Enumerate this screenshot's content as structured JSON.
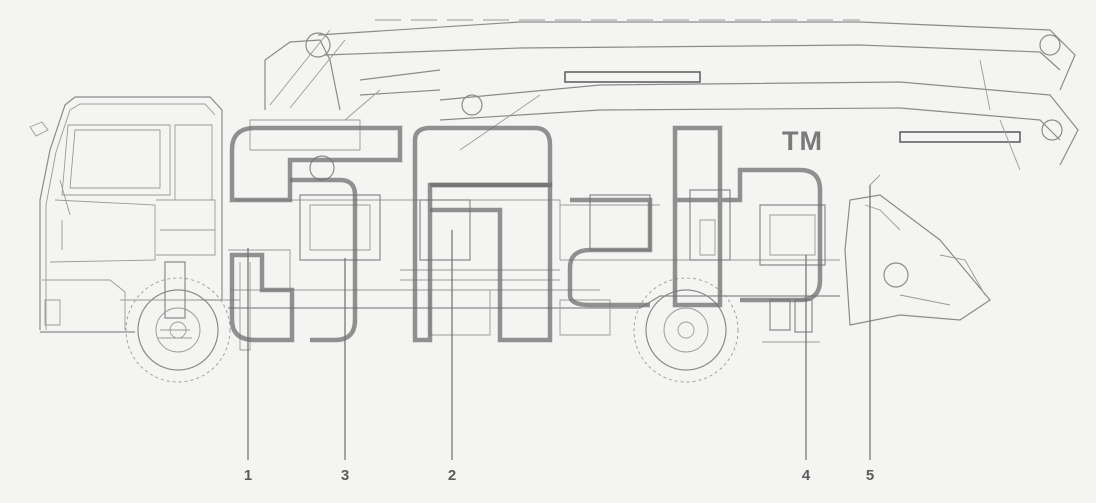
{
  "trademark": "TM",
  "callouts": [
    {
      "id": "1",
      "label": "1"
    },
    {
      "id": "2",
      "label": "2"
    },
    {
      "id": "3",
      "label": "3"
    },
    {
      "id": "4",
      "label": "4"
    },
    {
      "id": "5",
      "label": "5"
    }
  ],
  "colors": {
    "background": "#f4f5f2",
    "line": "#8b8b8b",
    "watermark": "#6e6e6e"
  }
}
